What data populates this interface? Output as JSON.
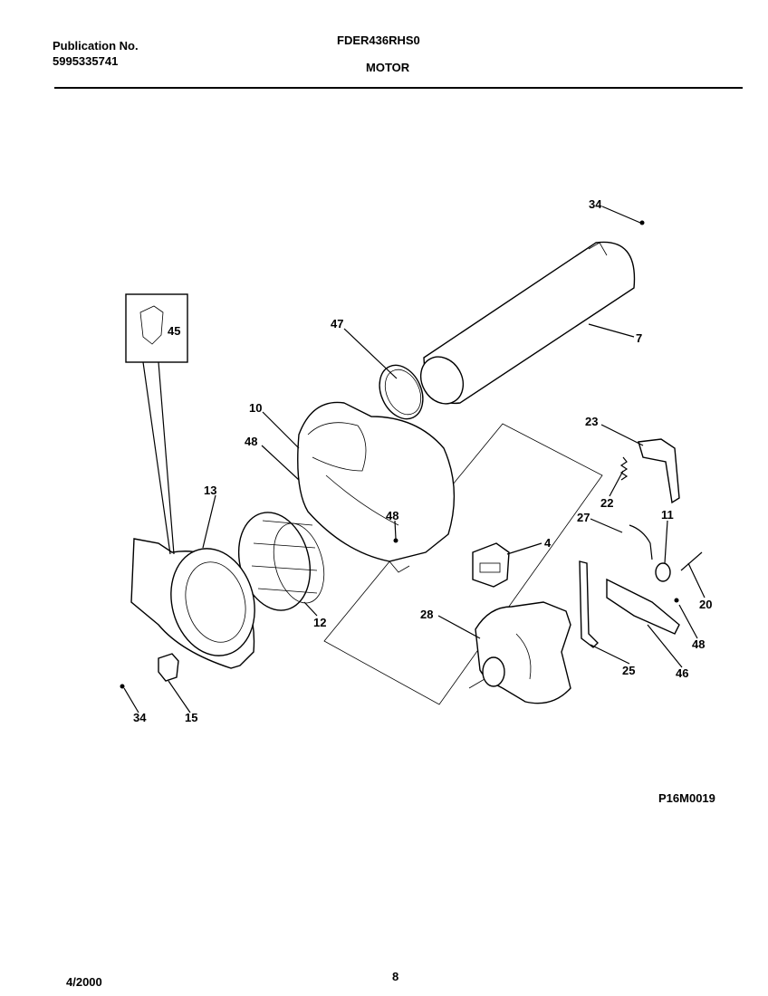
{
  "header": {
    "publication_label": "Publication No.",
    "publication_number": "5995335741",
    "model": "FDER436RHS0",
    "section": "MOTOR"
  },
  "callouts": {
    "c34a": "34",
    "c7": "7",
    "c47": "47",
    "c45": "45",
    "c10": "10",
    "c48a": "48",
    "c23": "23",
    "c22": "22",
    "c13": "13",
    "c48b": "48",
    "c27": "27",
    "c11": "11",
    "c4": "4",
    "c20": "20",
    "c12": "12",
    "c28": "28",
    "c48c": "48",
    "c25": "25",
    "c46": "46",
    "c34b": "34",
    "c15": "15"
  },
  "footer": {
    "figure_code": "P16M0019",
    "date": "4/2000",
    "page": "8"
  }
}
